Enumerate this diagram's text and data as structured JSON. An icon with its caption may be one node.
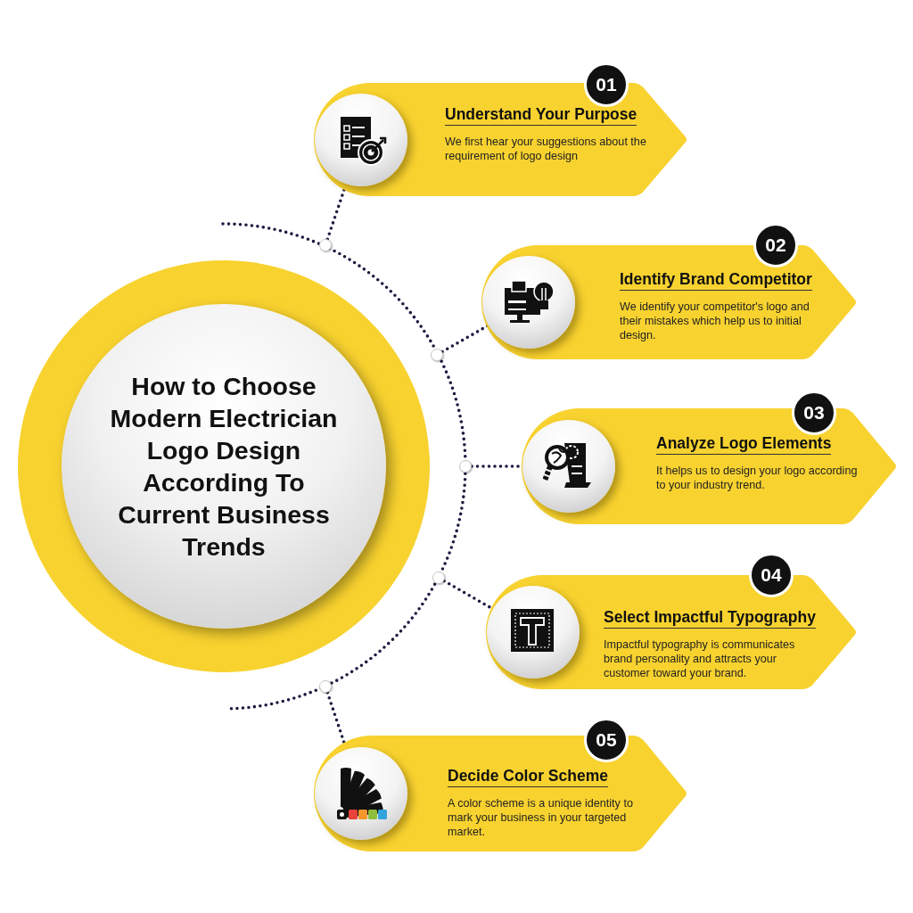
{
  "diagram": {
    "nodes": [
      {
        "text": [
          "How to Choose Modern Electrician Logo Design According To Current Business Trends"
        ]
      },
      {
        "text": [
          "01",
          "Understand Your Purpose",
          "We first hear your suggestions about the requirement of logo design"
        ]
      },
      {
        "text": [
          "02",
          "Identify Brand Competitor",
          "We identify your competitor's logo and their mistakes which help us to initial design."
        ]
      },
      {
        "text": [
          "03",
          "Analyze Logo Elements",
          "It helps us to design your logo according to your industry trend."
        ]
      },
      {
        "text": [
          "04",
          "Select Impactful Typography",
          "Impactful typography is communicates brand personality and attracts your customer toward your brand."
        ]
      },
      {
        "text": [
          "05",
          "Decide Color Scheme",
          "A color scheme is a unique identity to mark your business in your targeted market."
        ]
      },
      {
        "text": [],
        "shape": "circle"
      },
      {
        "text": [],
        "shape": "circle"
      },
      {
        "text": [],
        "shape": "circle"
      },
      {
        "text": [],
        "shape": "circle"
      },
      {
        "text": [],
        "shape": "circle"
      }
    ],
    "edges": [
      {
        "from": 6,
        "to": 1,
        "arrow": "none"
      },
      {
        "from": 7,
        "to": 2,
        "arrow": "none"
      },
      {
        "from": 8,
        "to": 3,
        "arrow": "none"
      },
      {
        "from": 9,
        "to": 4,
        "arrow": "none"
      },
      {
        "from": 10,
        "to": 5,
        "arrow": "none"
      }
    ]
  }
}
